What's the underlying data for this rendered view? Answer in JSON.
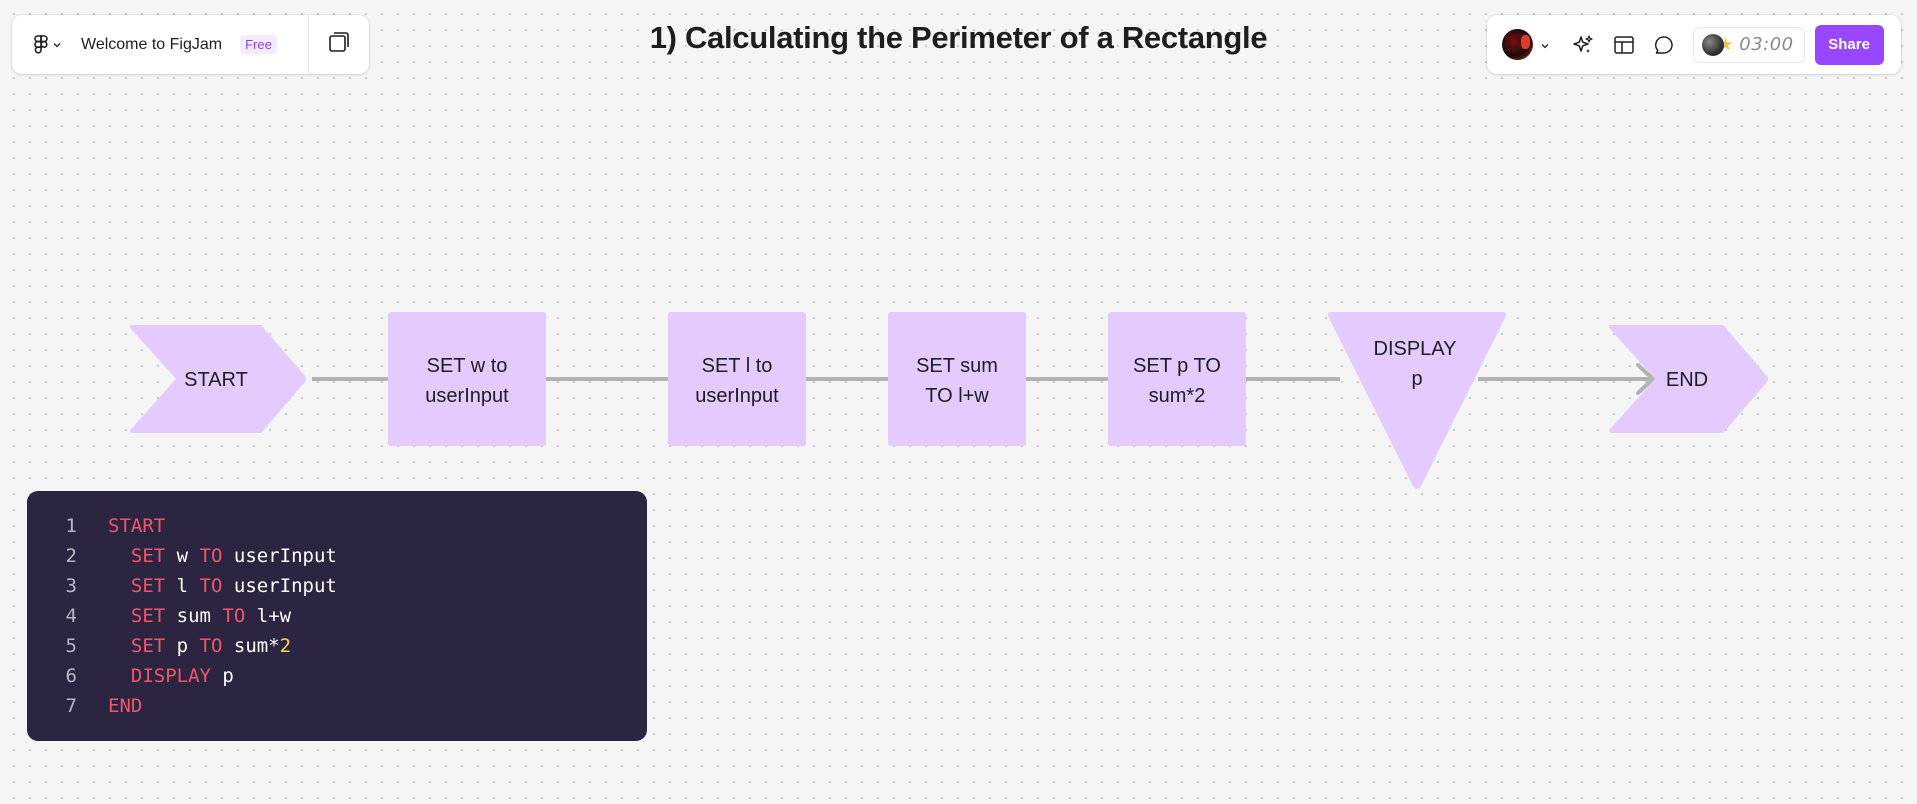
{
  "app": {
    "file_title": "Welcome to FigJam",
    "plan_badge": "Free",
    "logo_icon": "figma-logo-icon",
    "pages_icon": "pages-icon"
  },
  "canvas": {
    "title": "1) Calculating the Perimeter of a Rectangle"
  },
  "toolbar": {
    "avatar_icon": "user-avatar",
    "ai_icon": "sparkle-ai-icon",
    "template_icon": "layout-template-icon",
    "comment_icon": "comment-bubble-icon",
    "timer_value": "03:00",
    "share_label": "Share",
    "accent_color": "#9747ff"
  },
  "flowchart": {
    "fill_color": "#e3caff",
    "connector_color": "#b3b3b3",
    "start": "START",
    "step1_line1": "SET w to",
    "step1_line2": "userInput",
    "step2_line1": "SET l to",
    "step2_line2": "userInput",
    "step3_line1": "SET sum",
    "step3_line2": "TO l+w",
    "step4_line1": "SET p TO",
    "step4_line2": "sum*2",
    "output_line1": "DISPLAY",
    "output_line2": "p",
    "end": "END"
  },
  "code": {
    "background": "#2c2541",
    "lines": [
      {
        "num": "1",
        "indent": "",
        "tokens": [
          "START"
        ]
      },
      {
        "num": "2",
        "indent": "  ",
        "tokens": [
          "SET",
          " w ",
          "TO",
          " userInput"
        ]
      },
      {
        "num": "3",
        "indent": "  ",
        "tokens": [
          "SET",
          " l ",
          "TO",
          " userInput"
        ]
      },
      {
        "num": "4",
        "indent": "  ",
        "tokens": [
          "SET",
          " sum ",
          "TO",
          " l+w"
        ]
      },
      {
        "num": "5",
        "indent": "  ",
        "tokens": [
          "SET",
          " p ",
          "TO",
          " sum*",
          "2"
        ]
      },
      {
        "num": "6",
        "indent": "  ",
        "tokens": [
          "DISPLAY",
          " p"
        ]
      },
      {
        "num": "7",
        "indent": "",
        "tokens": [
          "END"
        ]
      }
    ]
  }
}
